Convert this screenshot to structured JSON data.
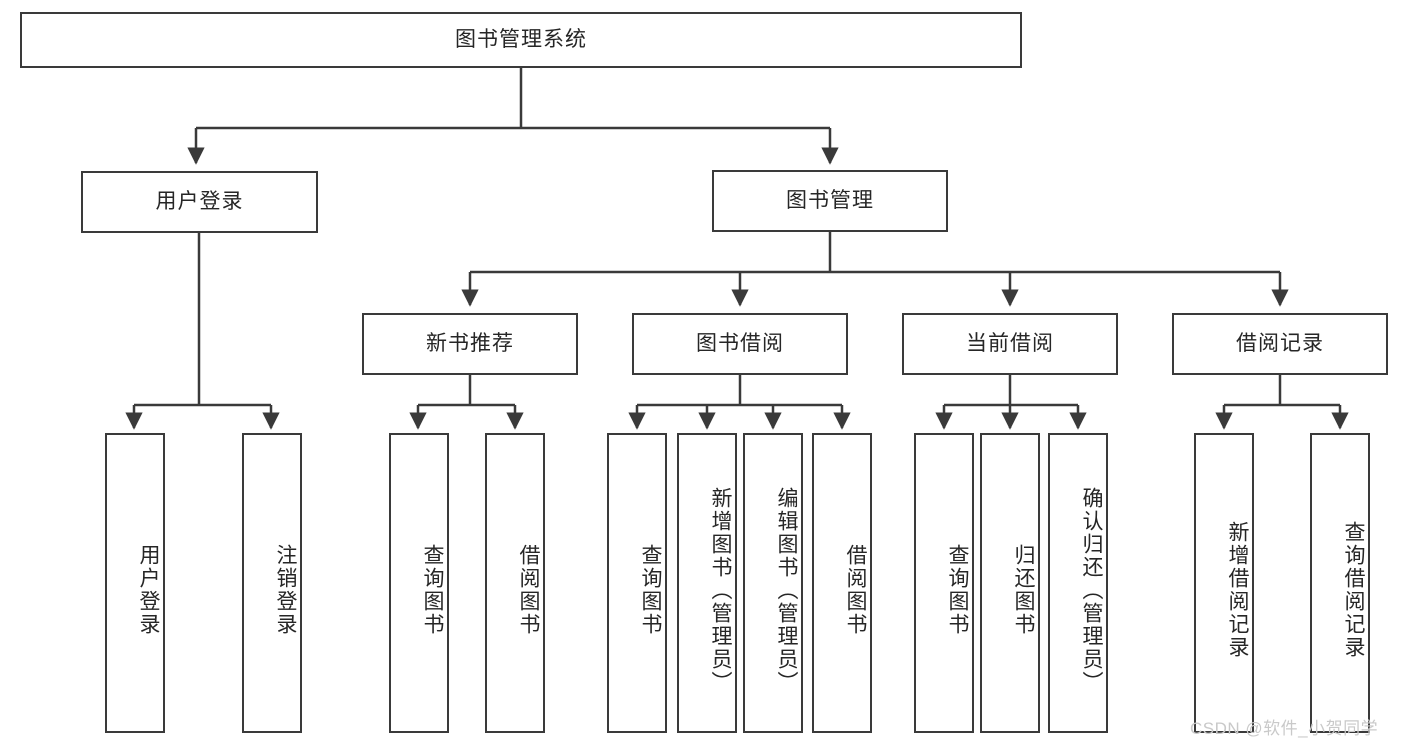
{
  "diagram": {
    "title_node": {
      "label": "图书管理系统"
    },
    "level1": [
      {
        "id": "user-login",
        "label": "用户登录"
      },
      {
        "id": "book-manage",
        "label": "图书管理"
      }
    ],
    "level2": [
      {
        "id": "new-book-recommend",
        "label": "新书推荐"
      },
      {
        "id": "book-borrow",
        "label": "图书借阅"
      },
      {
        "id": "current-borrow",
        "label": "当前借阅"
      },
      {
        "id": "borrow-record",
        "label": "借阅记录"
      }
    ],
    "leaves": {
      "user_login": [
        {
          "id": "leaf-user-login",
          "label": "用户登录"
        },
        {
          "id": "leaf-logout-login",
          "label": "注销登录"
        }
      ],
      "new_book_recommend": [
        {
          "id": "leaf-query-book-1",
          "label": "查询图书"
        },
        {
          "id": "leaf-borrow-book-1",
          "label": "借阅图书"
        }
      ],
      "book_borrow": [
        {
          "id": "leaf-query-book-2",
          "label": "查询图书"
        },
        {
          "id": "leaf-add-book",
          "label": "新增图书（管理员）"
        },
        {
          "id": "leaf-edit-book",
          "label": "编辑图书（管理员）"
        },
        {
          "id": "leaf-borrow-book-2",
          "label": "借阅图书"
        }
      ],
      "current_borrow": [
        {
          "id": "leaf-query-book-3",
          "label": "查询图书"
        },
        {
          "id": "leaf-return-book",
          "label": "归还图书"
        },
        {
          "id": "leaf-confirm-return",
          "label": "确认归还（管理员）"
        }
      ],
      "borrow_record": [
        {
          "id": "leaf-add-record",
          "label": "新增借阅记录"
        },
        {
          "id": "leaf-query-record",
          "label": "查询借阅记录"
        }
      ]
    }
  },
  "watermark": {
    "text": "CSDN @软件_小贺同学"
  },
  "colors": {
    "stroke": "#3a3a3a",
    "text": "#262626",
    "background": "#ffffff",
    "watermark": "#c9c9c9"
  }
}
